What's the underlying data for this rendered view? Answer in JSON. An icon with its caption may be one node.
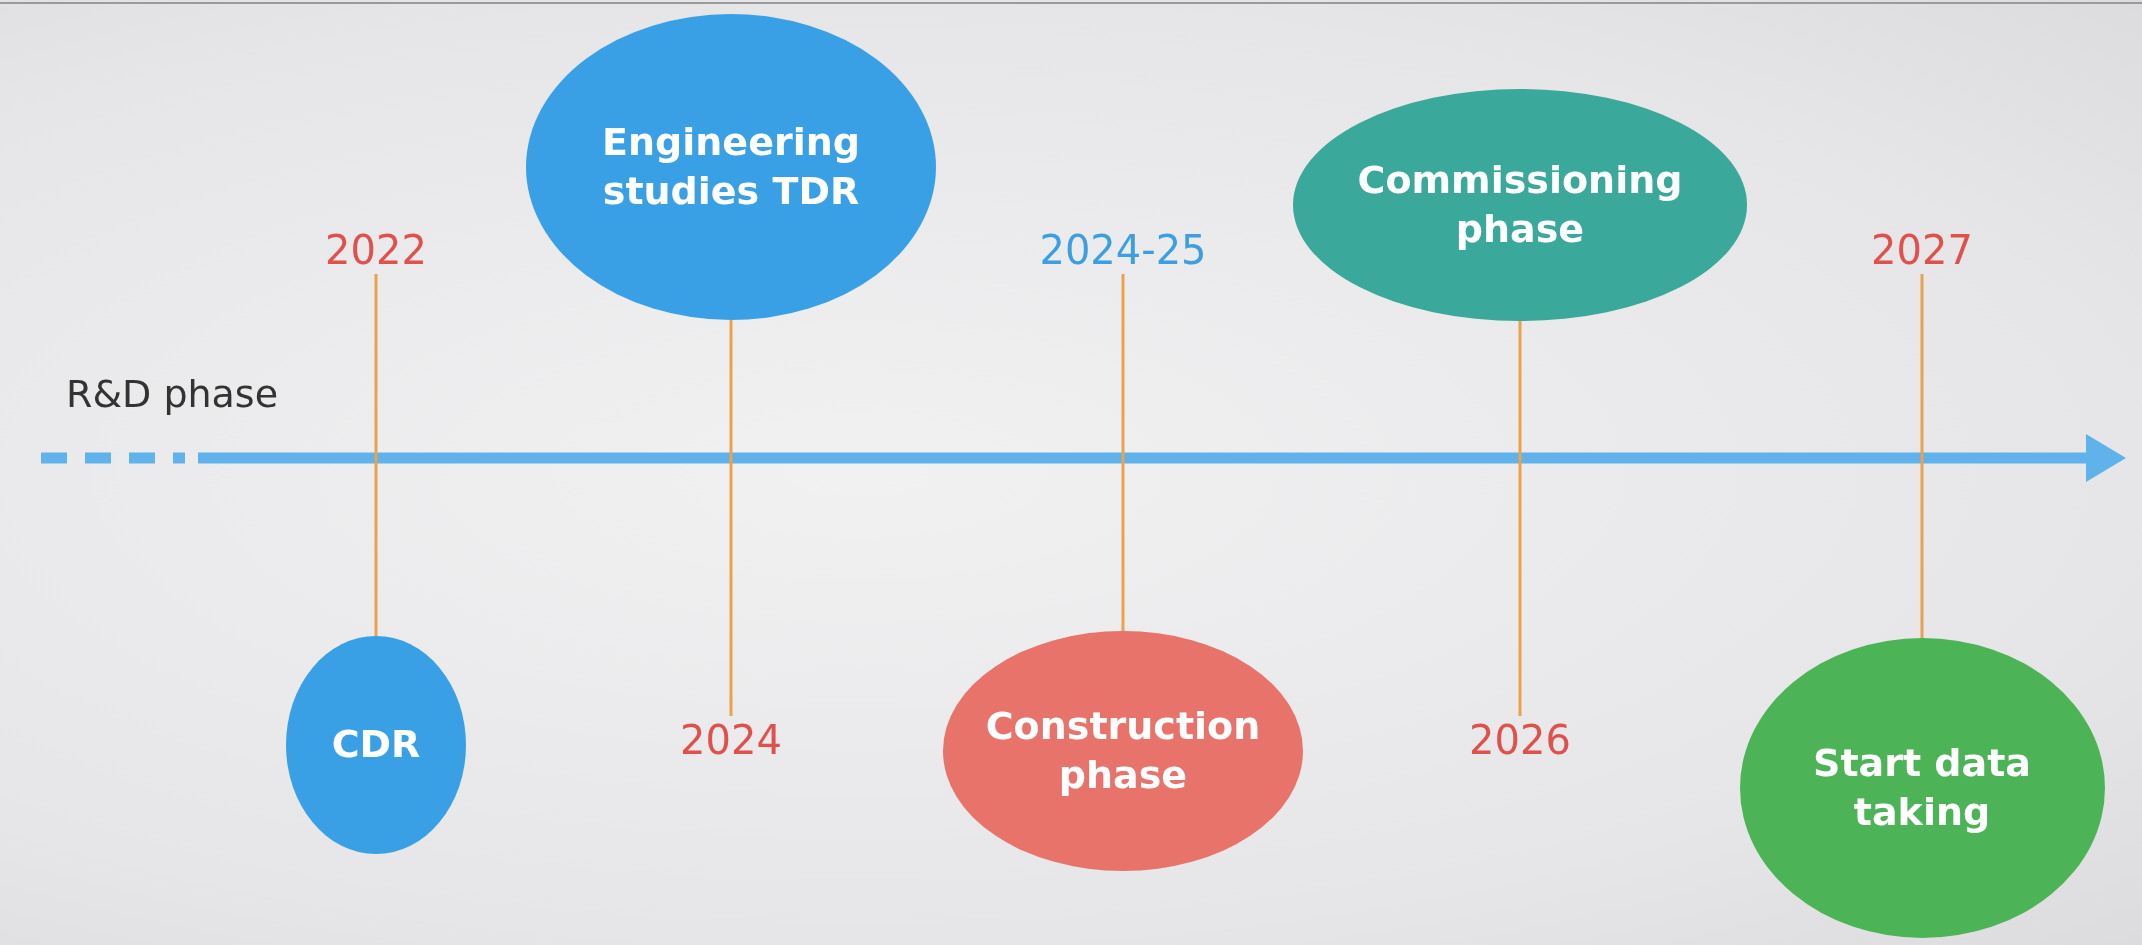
{
  "diagram": {
    "nodes": [
      {
        "text": [
          "2022"
        ]
      },
      {
        "text": [
          "CDR"
        ]
      },
      {
        "text": [
          "Engineering studies TDR"
        ]
      },
      {
        "text": [
          "2024"
        ]
      },
      {
        "text": [
          "2024-25"
        ]
      },
      {
        "text": [
          "Construction phase"
        ]
      },
      {
        "text": [
          "Commissioning phase"
        ]
      },
      {
        "text": [
          "2026"
        ]
      },
      {
        "text": [
          "2027"
        ]
      },
      {
        "text": [
          "Start data taking"
        ]
      }
    ],
    "edges": [
      {
        "from": 0,
        "to": 1,
        "arrow": "none"
      },
      {
        "from": 2,
        "to": 3,
        "arrow": "none"
      },
      {
        "from": 4,
        "to": 5,
        "arrow": "none"
      },
      {
        "from": 6,
        "to": 7,
        "arrow": "none"
      },
      {
        "from": 8,
        "to": 9,
        "arrow": "none"
      }
    ],
    "labels": [
      "R&D phase"
    ]
  }
}
